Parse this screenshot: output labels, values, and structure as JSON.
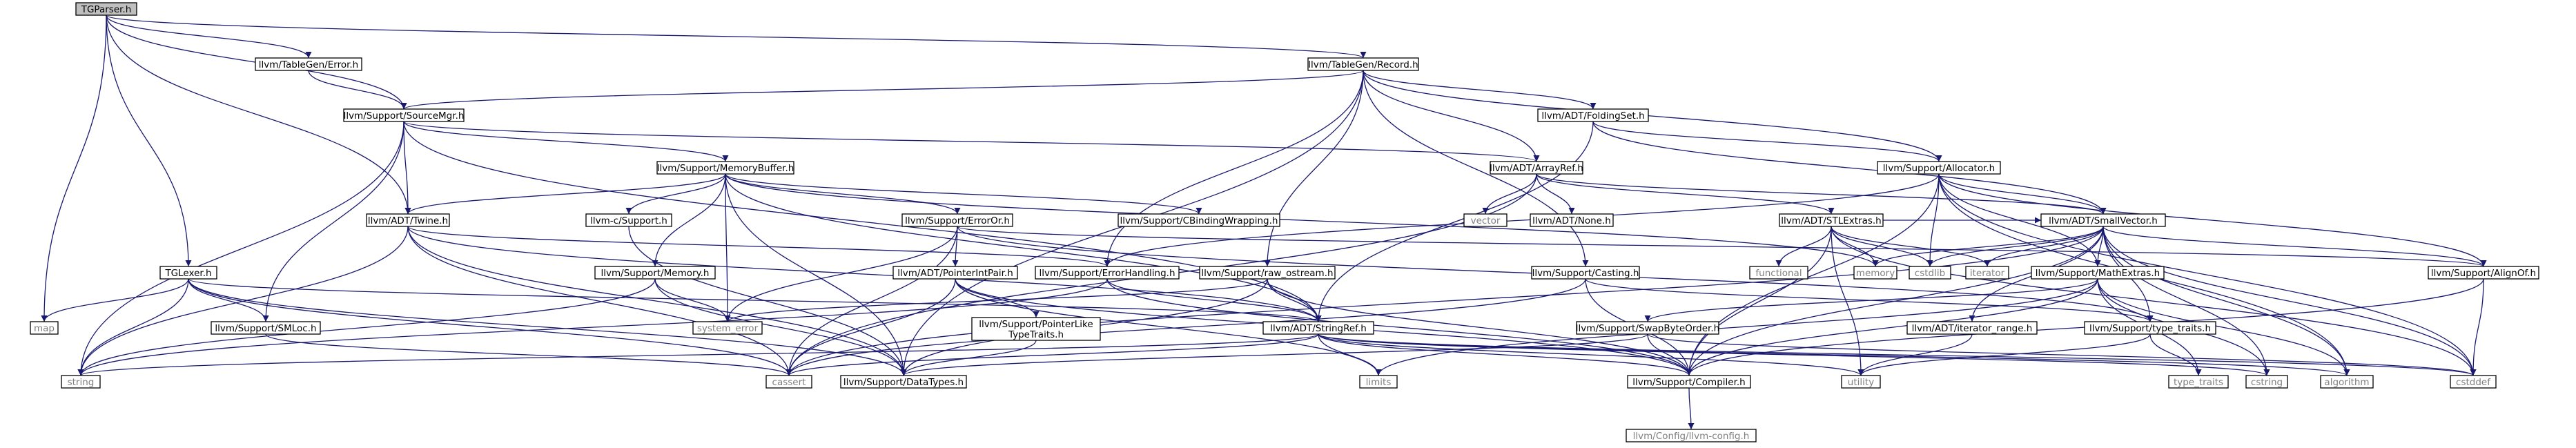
{
  "graph": {
    "root": "TGParser.h",
    "colors": {
      "edge": "#191970",
      "root_fill": "#bfbfbf",
      "node_fill": "#ffffff",
      "node_border": "#000000",
      "sys_text": "#7f7f7f"
    },
    "nodes": [
      {
        "id": "tgparser",
        "label": "TGParser.h",
        "kind": "root"
      },
      {
        "id": "tgerror",
        "label": "llvm/TableGen/Error.h",
        "kind": "file"
      },
      {
        "id": "record",
        "label": "llvm/TableGen/Record.h",
        "kind": "file"
      },
      {
        "id": "sourcemgr",
        "label": "llvm/Support/SourceMgr.h",
        "kind": "file"
      },
      {
        "id": "foldingset",
        "label": "llvm/ADT/FoldingSet.h",
        "kind": "file"
      },
      {
        "id": "memorybuffer",
        "label": "llvm/Support/MemoryBuffer.h",
        "kind": "file"
      },
      {
        "id": "arrayref",
        "label": "llvm/ADT/ArrayRef.h",
        "kind": "file"
      },
      {
        "id": "allocator",
        "label": "llvm/Support/Allocator.h",
        "kind": "file"
      },
      {
        "id": "twine",
        "label": "llvm/ADT/Twine.h",
        "kind": "file"
      },
      {
        "id": "csupport",
        "label": "llvm-c/Support.h",
        "kind": "file"
      },
      {
        "id": "erroror",
        "label": "llvm/Support/ErrorOr.h",
        "kind": "file"
      },
      {
        "id": "cbinding",
        "label": "llvm/Support/CBindingWrapping.h",
        "kind": "file"
      },
      {
        "id": "vector",
        "label": "vector",
        "kind": "sys"
      },
      {
        "id": "none",
        "label": "llvm/ADT/None.h",
        "kind": "file"
      },
      {
        "id": "stlextras",
        "label": "llvm/ADT/STLExtras.h",
        "kind": "file"
      },
      {
        "id": "smallvector",
        "label": "llvm/ADT/SmallVector.h",
        "kind": "file"
      },
      {
        "id": "tglexer",
        "label": "TGLexer.h",
        "kind": "file"
      },
      {
        "id": "memory",
        "label": "llvm/Support/Memory.h",
        "kind": "file"
      },
      {
        "id": "pointerintpair",
        "label": "llvm/ADT/PointerIntPair.h",
        "kind": "file"
      },
      {
        "id": "errorhandling",
        "label": "llvm/Support/ErrorHandling.h",
        "kind": "file"
      },
      {
        "id": "rawostream",
        "label": "llvm/Support/raw_ostream.h",
        "kind": "file"
      },
      {
        "id": "casting",
        "label": "llvm/Support/Casting.h",
        "kind": "file"
      },
      {
        "id": "functional",
        "label": "functional",
        "kind": "sys"
      },
      {
        "id": "memoryh",
        "label": "memory",
        "kind": "sys"
      },
      {
        "id": "cstdlib",
        "label": "cstdlib",
        "kind": "sys"
      },
      {
        "id": "iterator",
        "label": "iterator",
        "kind": "sys"
      },
      {
        "id": "mathextras",
        "label": "llvm/Support/MathExtras.h",
        "kind": "file"
      },
      {
        "id": "alignof",
        "label": "llvm/Support/AlignOf.h",
        "kind": "file"
      },
      {
        "id": "map",
        "label": "map",
        "kind": "sys"
      },
      {
        "id": "smloc",
        "label": "llvm/Support/SMLoc.h",
        "kind": "file"
      },
      {
        "id": "ptrlike",
        "label": [
          "llvm/Support/PointerLike",
          "TypeTraits.h"
        ],
        "kind": "file"
      },
      {
        "id": "systemerror",
        "label": "system_error",
        "kind": "sys"
      },
      {
        "id": "stringref",
        "label": "llvm/ADT/StringRef.h",
        "kind": "file"
      },
      {
        "id": "swapbyteorder",
        "label": "llvm/Support/SwapByteOrder.h",
        "kind": "file"
      },
      {
        "id": "iteratorrange",
        "label": "llvm/ADT/iterator_range.h",
        "kind": "file"
      },
      {
        "id": "typetraits",
        "label": "llvm/Support/type_traits.h",
        "kind": "file"
      },
      {
        "id": "string",
        "label": "string",
        "kind": "sys"
      },
      {
        "id": "cassert",
        "label": "cassert",
        "kind": "sys"
      },
      {
        "id": "datatypes",
        "label": "llvm/Support/DataTypes.h",
        "kind": "file"
      },
      {
        "id": "limits",
        "label": "limits",
        "kind": "sys"
      },
      {
        "id": "compiler",
        "label": "llvm/Support/Compiler.h",
        "kind": "file"
      },
      {
        "id": "utility",
        "label": "utility",
        "kind": "sys"
      },
      {
        "id": "typetraitsstd",
        "label": "type_traits",
        "kind": "sys"
      },
      {
        "id": "cstring",
        "label": "cstring",
        "kind": "sys"
      },
      {
        "id": "algorithm",
        "label": "algorithm",
        "kind": "sys"
      },
      {
        "id": "cstddef",
        "label": "cstddef",
        "kind": "sys"
      },
      {
        "id": "llvmconfig",
        "label": "llvm/Config/llvm-config.h",
        "kind": "sys"
      }
    ],
    "edges": [
      [
        "tgparser",
        "tgerror"
      ],
      [
        "tgparser",
        "record"
      ],
      [
        "tgparser",
        "sourcemgr"
      ],
      [
        "tgparser",
        "twine"
      ],
      [
        "tgparser",
        "tglexer"
      ],
      [
        "tgparser",
        "map"
      ],
      [
        "tgerror",
        "sourcemgr"
      ],
      [
        "record",
        "sourcemgr"
      ],
      [
        "record",
        "foldingset"
      ],
      [
        "record",
        "arrayref"
      ],
      [
        "record",
        "allocator"
      ],
      [
        "record",
        "casting"
      ],
      [
        "record",
        "errorhandling"
      ],
      [
        "record",
        "rawostream"
      ],
      [
        "record",
        "datatypes"
      ],
      [
        "sourcemgr",
        "memorybuffer"
      ],
      [
        "sourcemgr",
        "twine"
      ],
      [
        "sourcemgr",
        "arrayref"
      ],
      [
        "sourcemgr",
        "smloc"
      ],
      [
        "sourcemgr",
        "string"
      ],
      [
        "sourcemgr",
        "stringref"
      ],
      [
        "foldingset",
        "allocator"
      ],
      [
        "foldingset",
        "smallvector"
      ],
      [
        "foldingset",
        "stringref"
      ],
      [
        "memorybuffer",
        "twine"
      ],
      [
        "memorybuffer",
        "csupport"
      ],
      [
        "memorybuffer",
        "erroror"
      ],
      [
        "memorybuffer",
        "cbinding"
      ],
      [
        "memorybuffer",
        "memory"
      ],
      [
        "memorybuffer",
        "systemerror"
      ],
      [
        "memorybuffer",
        "datatypes"
      ],
      [
        "memorybuffer",
        "memoryh"
      ],
      [
        "memorybuffer",
        "stringref"
      ],
      [
        "arrayref",
        "vector"
      ],
      [
        "arrayref",
        "none"
      ],
      [
        "arrayref",
        "stlextras"
      ],
      [
        "arrayref",
        "smallvector"
      ],
      [
        "arrayref",
        "cassert"
      ],
      [
        "allocator",
        "smallvector"
      ],
      [
        "allocator",
        "alignof"
      ],
      [
        "allocator",
        "mathextras"
      ],
      [
        "allocator",
        "errorhandling"
      ],
      [
        "allocator",
        "compiler"
      ],
      [
        "allocator",
        "cstdlib"
      ],
      [
        "allocator",
        "cstddef"
      ],
      [
        "allocator",
        "algorithm"
      ],
      [
        "twine",
        "stringref"
      ],
      [
        "twine",
        "errorhandling"
      ],
      [
        "twine",
        "string"
      ],
      [
        "twine",
        "cassert"
      ],
      [
        "twine",
        "datatypes"
      ],
      [
        "csupport",
        "datatypes"
      ],
      [
        "erroror",
        "pointerintpair"
      ],
      [
        "erroror",
        "alignof"
      ],
      [
        "erroror",
        "systemerror"
      ],
      [
        "erroror",
        "cassert"
      ],
      [
        "erroror",
        "typetraits"
      ],
      [
        "stlextras",
        "smallvector"
      ],
      [
        "stlextras",
        "iterator"
      ],
      [
        "stlextras",
        "functional"
      ],
      [
        "stlextras",
        "memoryh"
      ],
      [
        "stlextras",
        "cstdlib"
      ],
      [
        "stlextras",
        "utility"
      ],
      [
        "stlextras",
        "compiler"
      ],
      [
        "stlextras",
        "cstddef"
      ],
      [
        "smallvector",
        "alignof"
      ],
      [
        "smallvector",
        "mathextras"
      ],
      [
        "smallvector",
        "iteratorrange"
      ],
      [
        "smallvector",
        "typetraits"
      ],
      [
        "smallvector",
        "compiler"
      ],
      [
        "smallvector",
        "memoryh"
      ],
      [
        "smallvector",
        "iterator"
      ],
      [
        "smallvector",
        "cstdlib"
      ],
      [
        "smallvector",
        "algorithm"
      ],
      [
        "smallvector",
        "cstring"
      ],
      [
        "smallvector",
        "cstddef"
      ],
      [
        "smallvector",
        "cassert"
      ],
      [
        "tglexer",
        "smloc"
      ],
      [
        "tglexer",
        "stringref"
      ],
      [
        "tglexer",
        "datatypes"
      ],
      [
        "tglexer",
        "map"
      ],
      [
        "tglexer",
        "string"
      ],
      [
        "tglexer",
        "cassert"
      ],
      [
        "memory",
        "datatypes"
      ],
      [
        "memory",
        "systemerror"
      ],
      [
        "memory",
        "string"
      ],
      [
        "pointerintpair",
        "ptrlike"
      ],
      [
        "pointerintpair",
        "compiler"
      ],
      [
        "pointerintpair",
        "cassert"
      ],
      [
        "pointerintpair",
        "limits"
      ],
      [
        "errorhandling",
        "stringref"
      ],
      [
        "errorhandling",
        "compiler"
      ],
      [
        "errorhandling",
        "string"
      ],
      [
        "rawostream",
        "stringref"
      ],
      [
        "rawostream",
        "datatypes"
      ],
      [
        "rawostream",
        "compiler"
      ],
      [
        "rawostream",
        "systemerror"
      ],
      [
        "casting",
        "typetraits"
      ],
      [
        "casting",
        "compiler"
      ],
      [
        "casting",
        "cassert"
      ],
      [
        "mathextras",
        "swapbyteorder"
      ],
      [
        "mathextras",
        "compiler"
      ],
      [
        "mathextras",
        "typetraitsstd"
      ],
      [
        "mathextras",
        "cstring"
      ],
      [
        "mathextras",
        "limits"
      ],
      [
        "mathextras",
        "algorithm"
      ],
      [
        "alignof",
        "compiler"
      ],
      [
        "alignof",
        "cstddef"
      ],
      [
        "smloc",
        "cassert"
      ],
      [
        "ptrlike",
        "datatypes"
      ],
      [
        "stringref",
        "compiler"
      ],
      [
        "stringref",
        "algorithm"
      ],
      [
        "stringref",
        "cstring"
      ],
      [
        "stringref",
        "limits"
      ],
      [
        "stringref",
        "string"
      ],
      [
        "stringref",
        "utility"
      ],
      [
        "stringref",
        "cassert"
      ],
      [
        "stringref",
        "cstddef"
      ],
      [
        "swapbyteorder",
        "compiler"
      ],
      [
        "swapbyteorder",
        "datatypes"
      ],
      [
        "swapbyteorder",
        "cstddef"
      ],
      [
        "iteratorrange",
        "utility"
      ],
      [
        "typetraits",
        "utility"
      ],
      [
        "typetraits",
        "typetraitsstd"
      ],
      [
        "compiler",
        "llvmconfig"
      ]
    ]
  }
}
